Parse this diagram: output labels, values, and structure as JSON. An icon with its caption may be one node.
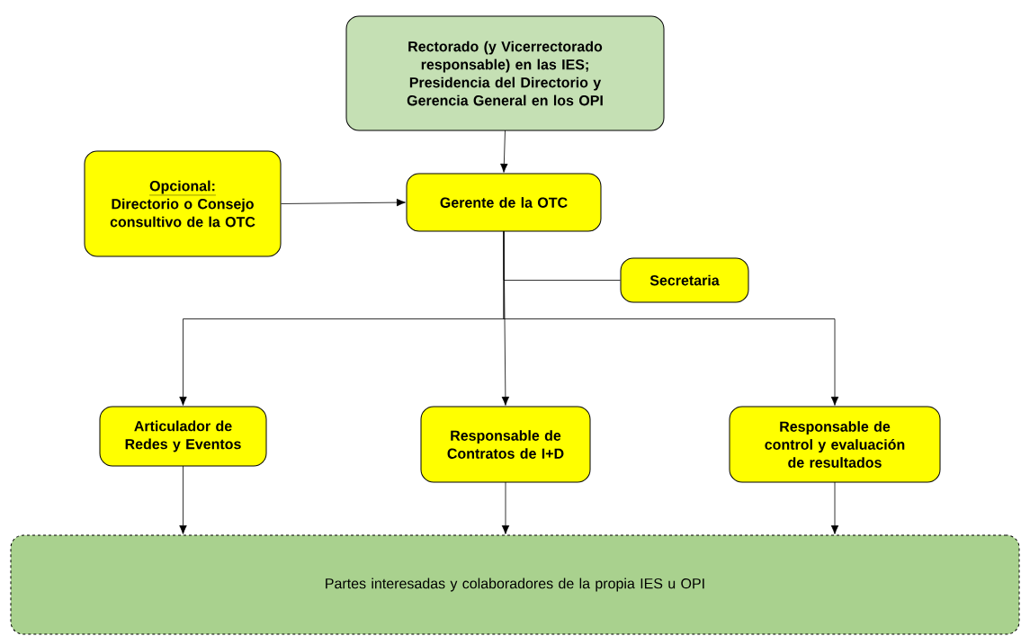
{
  "diagram": {
    "nodes": [
      {
        "text": [
          "Rectorado (y Vicerrectorado responsable) en las IES; Presidencia del Directorio y Gerencia General en los OPI"
        ]
      },
      {
        "text": [
          "Opcional:",
          "Directorio o Consejo consultivo de la OTC"
        ]
      },
      {
        "text": [
          "Gerente de la OTC"
        ]
      },
      {
        "text": [
          "Secretaria"
        ]
      },
      {
        "text": [
          "Articulador de Redes y Eventos"
        ]
      },
      {
        "text": [
          "Responsable de Contratos de I+D"
        ]
      },
      {
        "text": [
          "Responsable de control y evaluación de resultados"
        ]
      },
      {
        "text": [
          "Partes interesadas y colaboradores de la propia IES u OPI"
        ]
      }
    ],
    "edges": [
      {
        "from": 0,
        "to": 2,
        "arrow": "to"
      },
      {
        "from": 1,
        "to": 2,
        "arrow": "to"
      },
      {
        "from": 2,
        "to": 3,
        "arrow": "none"
      },
      {
        "from": 2,
        "to": 4,
        "arrow": "to"
      },
      {
        "from": 2,
        "to": 5,
        "arrow": "to"
      },
      {
        "from": 2,
        "to": 6,
        "arrow": "to"
      },
      {
        "from": 4,
        "to": 7,
        "arrow": "to"
      },
      {
        "from": 5,
        "to": 7,
        "arrow": "to"
      },
      {
        "from": 6,
        "to": 7,
        "arrow": "to"
      }
    ]
  }
}
